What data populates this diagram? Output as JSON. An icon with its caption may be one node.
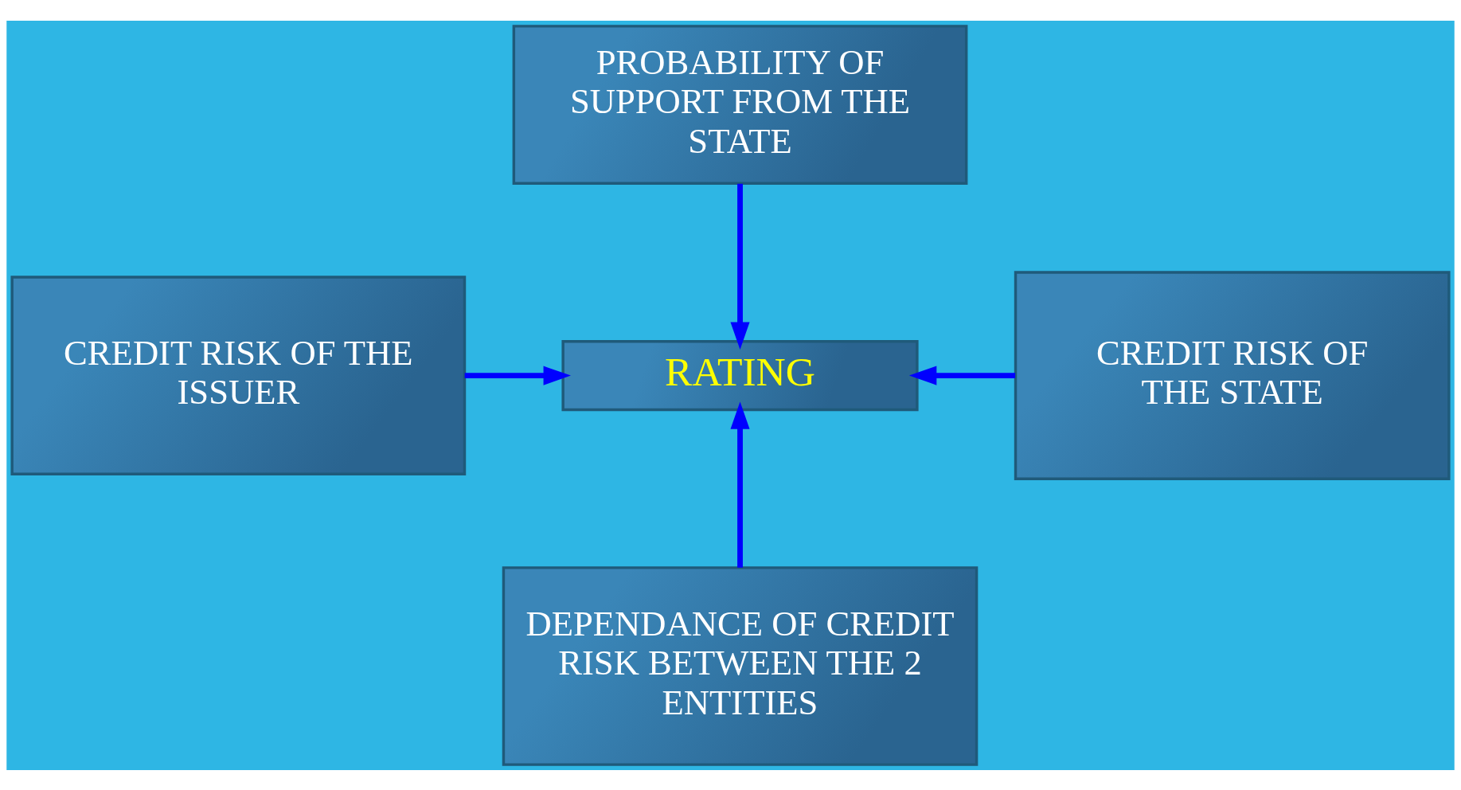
{
  "diagram": {
    "nodes": [
      {
        "text": [
          "PROBABILITY OF SUPPORT FROM THE STATE"
        ]
      },
      {
        "text": [
          "CREDIT RISK OF THE ISSUER"
        ]
      },
      {
        "text": [
          "RATING"
        ]
      },
      {
        "text": [
          "CREDIT RISK OF THE STATE"
        ]
      },
      {
        "text": [
          "DEPENDANCE OF CREDIT RISK BETWEEN THE 2 ENTITIES"
        ]
      }
    ],
    "edges": [
      {
        "from": 0,
        "to": 2,
        "arrow": "to"
      },
      {
        "from": 1,
        "to": 2,
        "arrow": "to"
      },
      {
        "from": 3,
        "to": 2,
        "arrow": "to"
      },
      {
        "from": 4,
        "to": 2,
        "arrow": "to"
      }
    ]
  }
}
